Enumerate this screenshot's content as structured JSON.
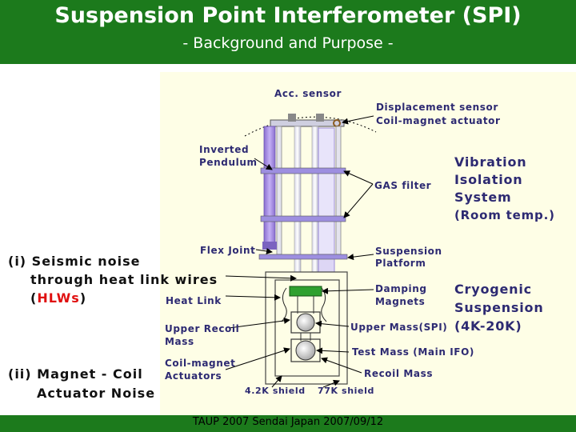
{
  "header": {
    "title": "Suspension Point Interferometer (SPI)",
    "subtitle": "- Background and Purpose -"
  },
  "diagram": {
    "labels": {
      "acc_sensor": "Acc. sensor",
      "displacement_sensor": "Displacement sensor",
      "coil_magnet_actuator": "Coil-magnet actuator",
      "inverted_pendulum_1": "Inverted",
      "inverted_pendulum_2": "Pendulum",
      "gas_filter": "GAS filter",
      "flex_joint": "Flex Joint",
      "suspension_platform_1": "Suspension",
      "suspension_platform_2": "Platform",
      "heat_link": "Heat Link",
      "damping_magnets_1": "Damping",
      "damping_magnets_2": "Magnets",
      "upper_recoil_mass_1": "Upper Recoil",
      "upper_recoil_mass_2": "Mass",
      "upper_mass": "Upper Mass(SPI)",
      "test_mass": "Test Mass (Main IFO)",
      "coil_magnet_actuators_1": "Coil-magnet",
      "coil_magnet_actuators_2": "Actuators",
      "recoil_mass": "Recoil Mass",
      "shield_42k": "4.2K shield",
      "shield_77k": "77K shield"
    },
    "systems": {
      "vis_1": "Vibration",
      "vis_2": "Isolation",
      "vis_3": "System",
      "vis_4": "(Room temp.)",
      "cryo_1": "Cryogenic",
      "cryo_2": "Suspension",
      "cryo_3": "(4K-20K)"
    }
  },
  "side_notes": {
    "seismic_1": "(i) Seismic noise",
    "seismic_2": "through heat link wires",
    "seismic_3_open": "(",
    "seismic_3_hl": "HLWs",
    "seismic_3_close": ")",
    "magnet_1": "(ii) Magnet - Coil",
    "magnet_2": "Actuator Noise"
  },
  "footer": {
    "text": "TAUP 2007 Sendai Japan 2007/09/12"
  },
  "colors": {
    "header_bg": "#1c7a1c",
    "panel_bg": "#fefee6",
    "label_color": "#2d2a72",
    "highlight": "#e01010",
    "pendulum": "#a78be0"
  }
}
